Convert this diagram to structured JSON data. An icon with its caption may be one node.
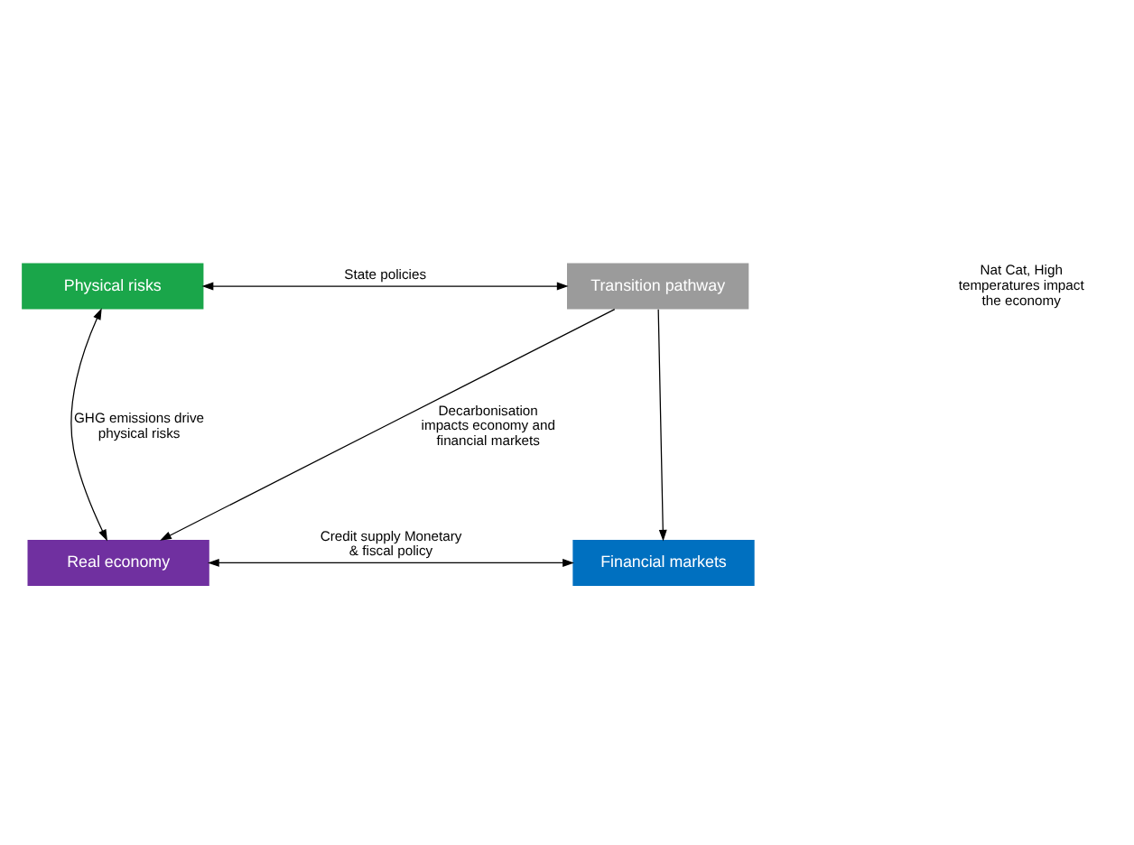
{
  "diagram": {
    "nodes": [
      {
        "text": [
          "Physical risks"
        ]
      },
      {
        "text": [
          "Transition pathway"
        ]
      },
      {
        "text": [
          "Real economy"
        ]
      },
      {
        "text": [
          "Financial markets"
        ]
      }
    ],
    "edges": [
      {
        "from": 0,
        "to": 1,
        "arrow": "both",
        "label": "State policies"
      },
      {
        "from": 0,
        "to": 2,
        "arrow": "both",
        "label": "GHG emissions drive physical risks"
      },
      {
        "from": 1,
        "to": 2,
        "arrow": "to",
        "label": "Decarbonisation impacts economy and financial markets"
      },
      {
        "from": 1,
        "to": 3,
        "arrow": "to"
      },
      {
        "from": 2,
        "to": 3,
        "arrow": "both",
        "label": "Credit supply Monetary & fiscal policy"
      }
    ],
    "labels": [
      "Nat Cat, High temperatures impact the economy"
    ]
  }
}
